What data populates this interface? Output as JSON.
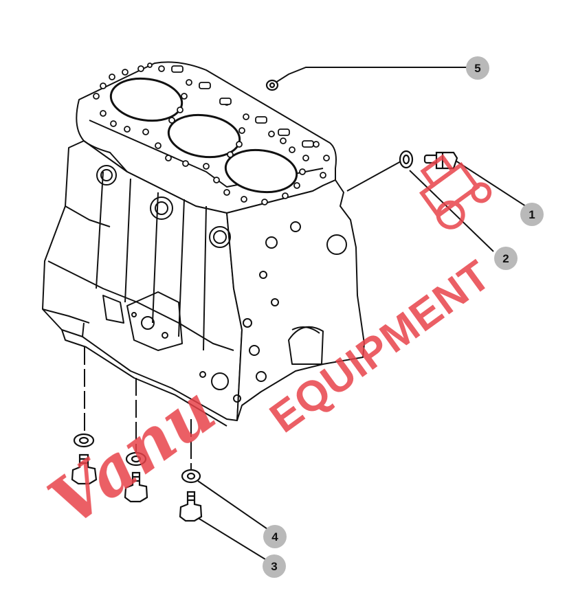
{
  "diagram": {
    "callouts": [
      {
        "id": "callout-1",
        "label": "1"
      },
      {
        "id": "callout-2",
        "label": "2"
      },
      {
        "id": "callout-3",
        "label": "3"
      },
      {
        "id": "callout-4",
        "label": "4"
      },
      {
        "id": "callout-5",
        "label": "5"
      }
    ],
    "watermark": {
      "script": "Vanu",
      "brand": "EQUIPMENT",
      "color": "#e8434a"
    },
    "colors": {
      "callout_fill": "#b9b9b9",
      "line": "#111111"
    }
  }
}
